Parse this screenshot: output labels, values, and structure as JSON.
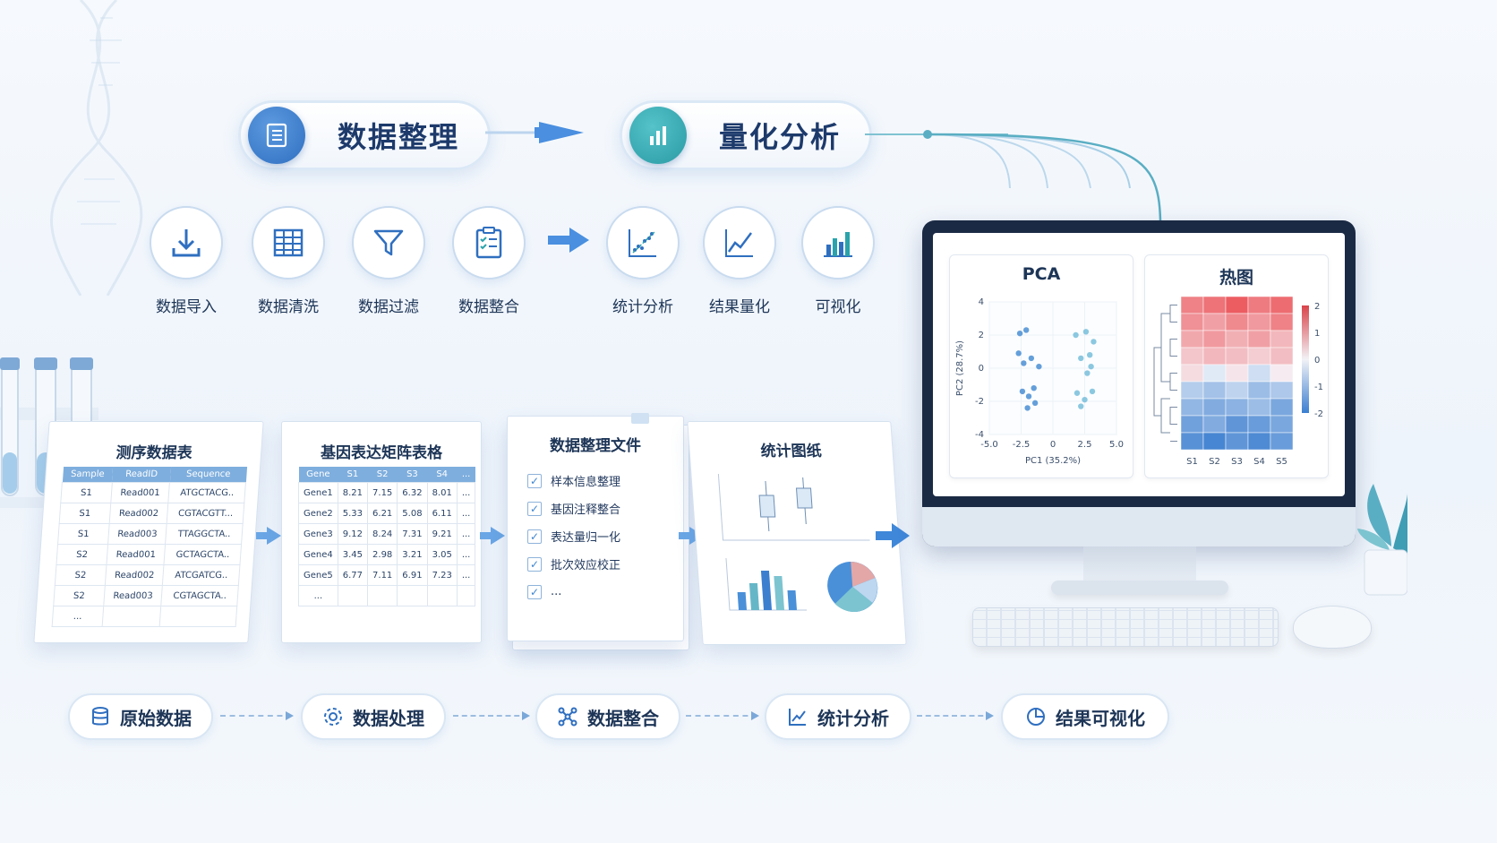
{
  "top_stages": [
    {
      "label": "数据整理",
      "icon": "document-list-icon",
      "color": "#2f6fc0"
    },
    {
      "label": "量化分析",
      "icon": "bar-chart-icon",
      "color": "#2aa3ac"
    }
  ],
  "steps": [
    {
      "label": "数据导入",
      "icon": "download-icon"
    },
    {
      "label": "数据清洗",
      "icon": "table-icon"
    },
    {
      "label": "数据过滤",
      "icon": "filter-icon"
    },
    {
      "label": "数据整合",
      "icon": "checklist-icon"
    },
    {
      "label": "统计分析",
      "icon": "scatter-icon"
    },
    {
      "label": "结果量化",
      "icon": "line-chart-icon"
    },
    {
      "label": "可视化",
      "icon": "bar-chart-icon"
    }
  ],
  "seq_table": {
    "title": "测序数据表",
    "headers": [
      "Sample",
      "ReadID",
      "Sequence"
    ],
    "rows": [
      [
        "S1",
        "Read001",
        "ATGCTACG.."
      ],
      [
        "S1",
        "Read002",
        "CGTACGTT..."
      ],
      [
        "S1",
        "Read003",
        "TTAGGCTA.."
      ],
      [
        "S2",
        "Read001",
        "GCTAGCTA.."
      ],
      [
        "S2",
        "Read002",
        "ATCGATCG.."
      ],
      [
        "S2",
        "Read003",
        "CGTAGCTA.."
      ],
      [
        "...",
        "",
        ""
      ]
    ]
  },
  "matrix_table": {
    "title": "基因表达矩阵表格",
    "headers": [
      "Gene",
      "S1",
      "S2",
      "S3",
      "S4",
      "..."
    ],
    "rows": [
      [
        "Gene1",
        "8.21",
        "7.15",
        "6.32",
        "8.01",
        "..."
      ],
      [
        "Gene2",
        "5.33",
        "6.21",
        "5.08",
        "6.11",
        "..."
      ],
      [
        "Gene3",
        "9.12",
        "8.24",
        "7.31",
        "9.21",
        "..."
      ],
      [
        "Gene4",
        "3.45",
        "2.98",
        "3.21",
        "3.05",
        "..."
      ],
      [
        "Gene5",
        "6.77",
        "7.11",
        "6.91",
        "7.23",
        "..."
      ],
      [
        "...",
        "",
        "",
        "",
        "",
        ""
      ]
    ]
  },
  "file_doc": {
    "title": "数据整理文件",
    "items": [
      "样本信息整理",
      "基因注释整合",
      "表达量归一化",
      "批次效应校正",
      "..."
    ]
  },
  "stats_doc": {
    "title": "统计图纸"
  },
  "pipeline": [
    {
      "label": "原始数据",
      "icon": "database-icon"
    },
    {
      "label": "数据处理",
      "icon": "gear-icon"
    },
    {
      "label": "数据整合",
      "icon": "network-icon"
    },
    {
      "label": "统计分析",
      "icon": "trend-icon"
    },
    {
      "label": "结果可视化",
      "icon": "pie-icon"
    }
  ],
  "chart_data": [
    {
      "type": "scatter",
      "title": "PCA",
      "xlabel": "PC1 (35.2%)",
      "ylabel": "PC2 (28.7%)",
      "xlim": [
        -5.0,
        5.0
      ],
      "ylim": [
        -4,
        4
      ],
      "xticks": [
        "-5.0",
        "-2.5",
        "0",
        "2.5",
        "5.0"
      ],
      "yticks": [
        "4",
        "2",
        "0",
        "-2",
        "-4"
      ],
      "series": [
        {
          "color": "#3f87d1",
          "points": [
            [
              -2.6,
              2.1
            ],
            [
              -2.1,
              2.3
            ],
            [
              -1.7,
              0.6
            ],
            [
              -2.3,
              0.3
            ],
            [
              -1.1,
              0.1
            ],
            [
              -2.4,
              -1.4
            ],
            [
              -1.9,
              -1.7
            ],
            [
              -1.4,
              -2.1
            ],
            [
              -2.7,
              0.9
            ],
            [
              -1.5,
              -1.2
            ],
            [
              -2.0,
              -2.4
            ]
          ]
        },
        {
          "color": "#6fbad8",
          "points": [
            [
              1.8,
              2.0
            ],
            [
              2.6,
              2.2
            ],
            [
              3.2,
              1.6
            ],
            [
              2.2,
              0.6
            ],
            [
              3.0,
              0.1
            ],
            [
              2.7,
              -0.3
            ],
            [
              1.9,
              -1.5
            ],
            [
              2.5,
              -1.9
            ],
            [
              3.1,
              -1.4
            ],
            [
              2.2,
              -2.3
            ],
            [
              2.9,
              0.8
            ]
          ]
        }
      ]
    },
    {
      "type": "heatmap",
      "title": "热图",
      "columns": [
        "S1",
        "S2",
        "S3",
        "S4",
        "S5"
      ],
      "colorbar_ticks": [
        "2",
        "1",
        "0",
        "-1",
        "-2"
      ],
      "values": [
        [
          1.4,
          1.6,
          1.9,
          1.5,
          1.7
        ],
        [
          1.2,
          1.0,
          1.3,
          1.1,
          1.4
        ],
        [
          0.9,
          1.1,
          0.8,
          1.0,
          0.7
        ],
        [
          0.5,
          0.7,
          0.6,
          0.4,
          0.6
        ],
        [
          0.2,
          -0.1,
          0.1,
          -0.3,
          0.0
        ],
        [
          -0.6,
          -0.8,
          -0.5,
          -0.9,
          -0.7
        ],
        [
          -1.0,
          -1.2,
          -1.1,
          -0.9,
          -1.3
        ],
        [
          -1.4,
          -1.2,
          -1.6,
          -1.5,
          -1.3
        ],
        [
          -1.7,
          -1.9,
          -1.6,
          -1.8,
          -1.5
        ]
      ]
    }
  ]
}
